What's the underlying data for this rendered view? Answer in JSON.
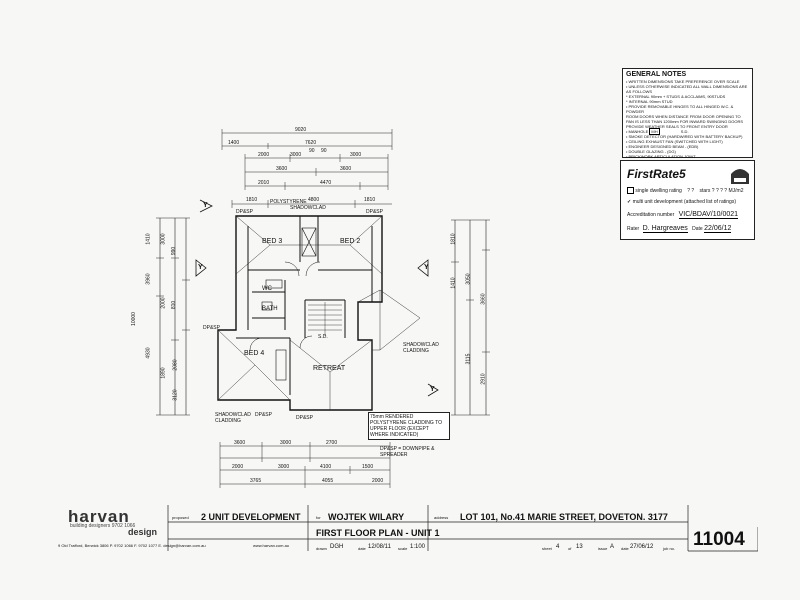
{
  "general_notes": {
    "title": "GENERAL NOTES",
    "lines": [
      "• WRITTEN DIMENSIONS TAKE PREFERENCE OVER SCALE",
      "• UNLESS OTHERWISE INDICATED ALL WALL DIMENSIONS ARE AS FOLLOWS",
      "  * EXTERNAL 90mm + STUDS & ACCLAIMS, 90STUDS",
      "  * INTERNAL 90mm STUD",
      "• PROVIDE REMOVABLE HINGES TO ALL HINGED W.C. & POWDER",
      "  ROOM DOORS WHEN DISTANCE FROM DOOR OPENING TO",
      "  PAN IS LESS THAN 1200mm FOR INWARD SWINGING DOORS",
      "  PROVIDE WEATHER SEALS TO FRONT ENTRY DOOR",
      "• MANHOLE",
      "• SMOKE DETECTOR (HARDWIRED WITH BATTERY BACKUP)",
      "• CEILING EXHAUST FAN (SWITCHED WITH LIGHT)",
      "• ENGINEER DESIGNED BEAM - (EDB)",
      "• DOUBLE GLAZING - (DG)",
      "• BRICKWORK ARTICULATION JOINT"
    ],
    "manhole_label": "MH",
    "sd_label": "S.D."
  },
  "rating": {
    "brand": "FirstRate5",
    "single": "single dwelling rating",
    "single_value": "? ?",
    "stars_label": "stars",
    "stars_value": "? ? ? ?",
    "mj": "MJ/m2",
    "multi": "multi unit development (attached list of ratings)",
    "accreditation_label": "Accreditation number",
    "accreditation_value": "VIC/BDAV/10/0021",
    "rater_label": "Rater",
    "rater_value": "D. Hargreaves",
    "date_label": "Date",
    "date_value": "22/06/12"
  },
  "plan": {
    "rooms": [
      "BED 3",
      "BED 2",
      "WC",
      "BATH",
      "BED 4",
      "RETREAT"
    ],
    "shadowclad_labels": [
      "SHADOWCLAD",
      "SHADOWCLAD CLADDING",
      "SHADOWCLAD CLADDING"
    ],
    "dpsp": "DP&SP",
    "downpipe_note": "DP&SP = DOWNPIPE & SPREADER",
    "cladding_note": "75mm RENDERED POLYSTYRENE CLADDING TO UPPER FLOOR (EXCEPT WHERE INDICATED)",
    "polystyrene": "POLYSTYRENE",
    "section_labels": [
      "Y",
      "Y",
      "Y",
      "Y"
    ],
    "sd": "S.D.",
    "top_dims": [
      "9020",
      "1400",
      "7620",
      "2000",
      "3000",
      "3000",
      "90",
      "90",
      "3600",
      "3600",
      "2010",
      "4470",
      "1810",
      "4800",
      "1810"
    ],
    "bottom_dims": [
      "3600",
      "3000",
      "2700",
      "2000",
      "3000",
      "4100",
      "1500",
      "3765",
      "4055",
      "2000"
    ],
    "left_dims": [
      "1410",
      "3960",
      "4930",
      "3000",
      "2000",
      "1890",
      "990",
      "810",
      "2080",
      "3120",
      "10000"
    ],
    "right_dims": [
      "1810",
      "1410",
      "3050",
      "3115",
      "3660",
      "2910"
    ]
  },
  "title_block": {
    "company": "harvan",
    "company_design": "design",
    "tagline": "building designers 9702 1066",
    "contact": "9 Old Trafford, Berwick 3806   P. 9702 1066  F. 9702 1077  E. design@harvan.com.au",
    "website": "www.harvan.com.au",
    "proposed_label": "proposed",
    "proposed_value": "2 UNIT DEVELOPMENT",
    "for_label": "for",
    "for_value": "WOJTEK WILARY",
    "address_label": "address",
    "address_value": "LOT 101, No.41 MARIE STREET, DOVETON. 3177",
    "drawing_value": "FIRST FLOOR PLAN - UNIT 1",
    "drawn_label": "drawn",
    "drawn_value": "DGH",
    "date_label": "date",
    "date_value": "12/08/11",
    "scale_label": "scale",
    "scale_value": "1:100",
    "sheet_label": "sheet",
    "sheet_value": "4",
    "of_label": "of",
    "of_value": "13",
    "issue_label": "issue",
    "issue_value": "A",
    "date2_label": "date",
    "date2_value": "27/06/12",
    "job_label": "job no.",
    "job_value": "11004"
  }
}
